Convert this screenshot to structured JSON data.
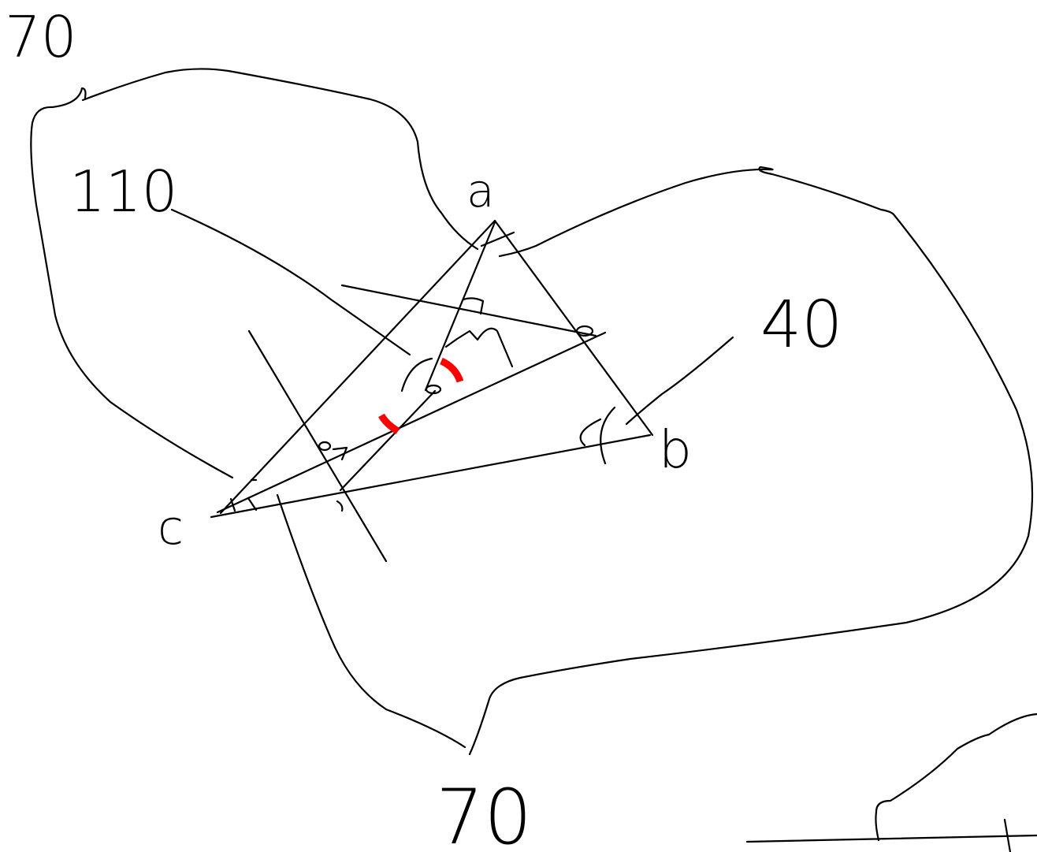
{
  "colors": {
    "background": "#ffffff",
    "ink": "#000000",
    "angle_mark": "#ff0000"
  },
  "vertices": {
    "a": "a",
    "b": "b",
    "c": "c"
  },
  "angle_labels": {
    "top_left": "70",
    "left": "110",
    "right": "40",
    "bottom": "70"
  }
}
